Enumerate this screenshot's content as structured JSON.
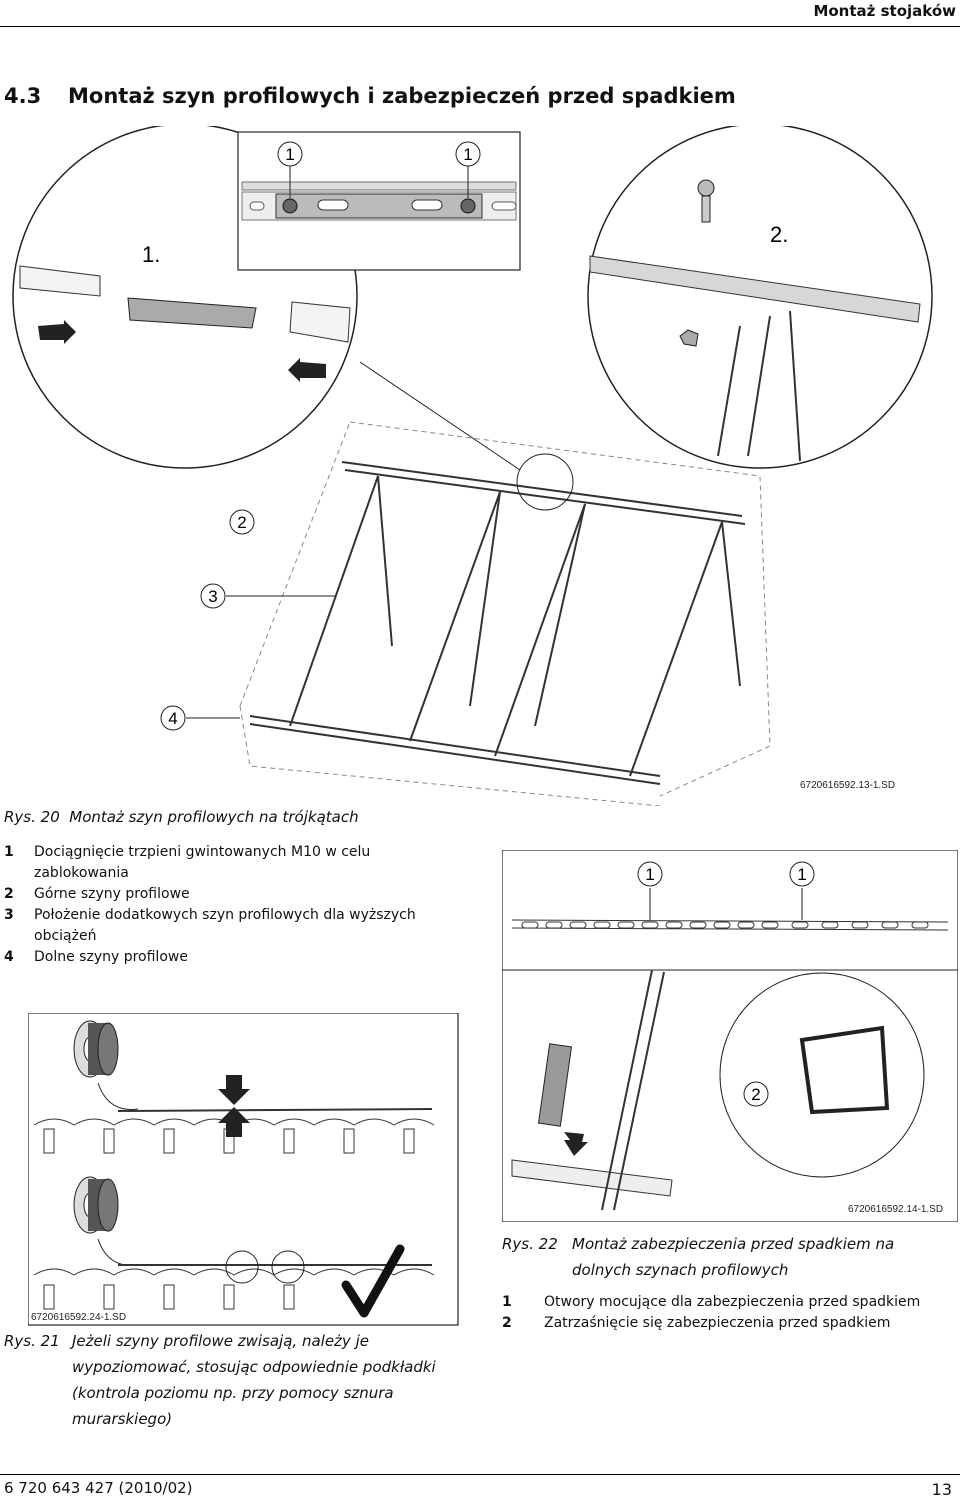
{
  "header": {
    "title": "Montaż stojaków"
  },
  "section": {
    "number": "4.3",
    "title": "Montaż szyn profilowych i zabezpieczeń przed spadkiem"
  },
  "fig20": {
    "code": "6720616592.13-1.SD",
    "callouts": [
      "1",
      "1",
      "2",
      "3",
      "4"
    ],
    "steps": [
      "1.",
      "2."
    ],
    "caption_label": "Rys. 20",
    "caption_text": "Montaż szyn profilowych na trójkątach",
    "legend": [
      {
        "n": "1",
        "text": "Dociągnięcie trzpieni gwintowanych M10 w celu zablokowania"
      },
      {
        "n": "2",
        "text": "Górne szyny profilowe"
      },
      {
        "n": "3",
        "text": "Położenie dodatkowych szyn profilowych dla wyższych obciążeń"
      },
      {
        "n": "4",
        "text": "Dolne szyny profilowe"
      }
    ]
  },
  "fig21": {
    "code": "6720616592.24-1.SD",
    "caption_label": "Rys. 21",
    "caption_text": "Jeżeli szyny profilowe zwisają, należy je wypoziomować, stosując odpowiednie podkładki (kontrola poziomu np. przy pomocy sznura murarskiego)"
  },
  "fig22": {
    "code": "6720616592.14-1.SD",
    "callouts": [
      "1",
      "1",
      "2"
    ],
    "caption_label": "Rys. 22",
    "caption_text": "Montaż zabezpieczenia przed spadkiem na dolnych szynach profilowych",
    "legend": [
      {
        "n": "1",
        "text": "Otwory mocujące dla zabezpieczenia przed spadkiem"
      },
      {
        "n": "2",
        "text": "Zatrzaśnięcie się zabezpieczenia przed spadkiem"
      }
    ]
  },
  "footer": {
    "doc_number": "6 720 643 427 (2010/02)",
    "page": "13"
  }
}
